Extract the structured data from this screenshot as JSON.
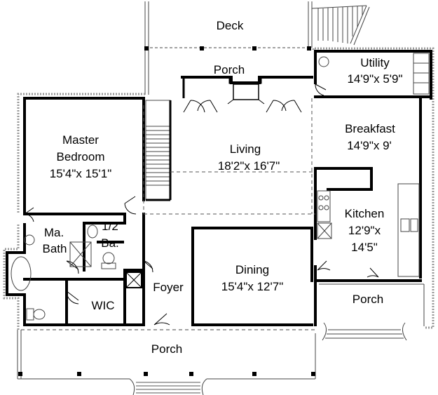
{
  "rooms": {
    "deck": {
      "name": "Deck"
    },
    "back_porch": {
      "name": "Porch"
    },
    "utility": {
      "name": "Utility",
      "size": "14'9\"x 5'9\""
    },
    "master_bedroom": {
      "name_line1": "Master",
      "name_line2": "Bedroom",
      "size": "15'4\"x 15'1\""
    },
    "living": {
      "name": "Living",
      "size": "18'2\"x 16'7\""
    },
    "breakfast": {
      "name": "Breakfast",
      "size": "14'9\"x 9'"
    },
    "kitchen": {
      "name": "Kitchen",
      "size_line1": "12'9\"x",
      "size_line2": "14'5\""
    },
    "master_bath": {
      "name_line1": "Ma.",
      "name_line2": "Bath"
    },
    "half_bath": {
      "name_line1": "1/2",
      "name_line2": "Ba."
    },
    "foyer": {
      "name": "Foyer"
    },
    "dining": {
      "name": "Dining",
      "size": "15'4\"x 12'7\""
    },
    "wic": {
      "name": "WIC"
    },
    "side_porch": {
      "name": "Porch"
    },
    "front_porch": {
      "name": "Porch"
    }
  },
  "colors": {
    "wall": "#000000",
    "thin": "#444444",
    "hatch": "#999999"
  }
}
